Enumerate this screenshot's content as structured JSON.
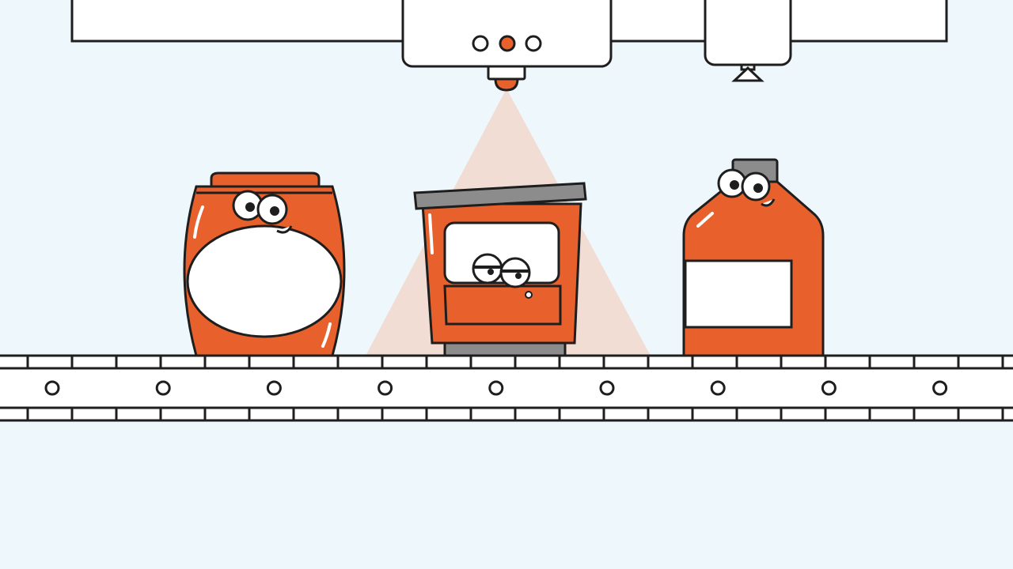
{
  "colors": {
    "background": "#eef8fc",
    "accent_orange": "#e8612d",
    "outline": "#1e1e1e",
    "lid_gray": "#8c8c8c",
    "white": "#ffffff",
    "scan_beam": "#f2d8ce"
  },
  "machine": {
    "indicator_lights": [
      "off",
      "on",
      "off"
    ]
  },
  "conveyor": {
    "roller_count": 9
  },
  "characters": [
    {
      "id": "jar",
      "mood": "happy"
    },
    {
      "id": "tub",
      "mood": "sleepy"
    },
    {
      "id": "bottle",
      "mood": "happy"
    }
  ]
}
